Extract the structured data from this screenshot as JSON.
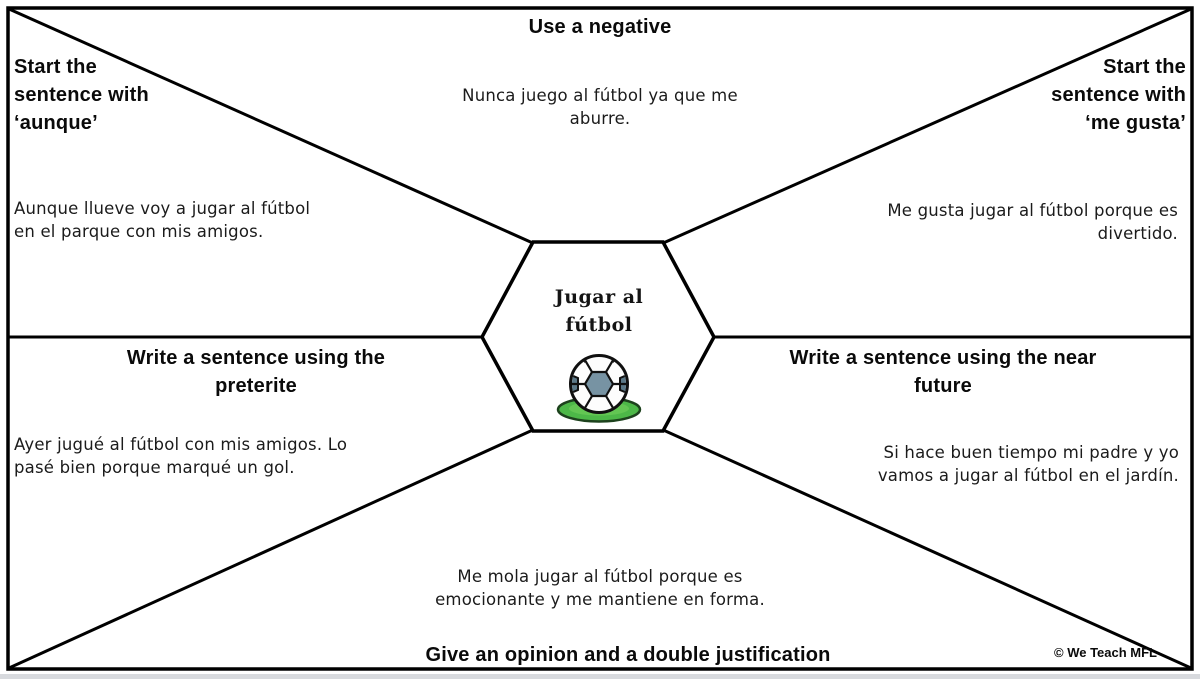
{
  "center": {
    "title": "Jugar al\nfútbol",
    "icon": "soccer-ball-on-grass-icon"
  },
  "sections": {
    "top": {
      "heading": "Use a negative",
      "example": "Nunca juego al fútbol ya que me\naburre."
    },
    "top_left": {
      "heading": "Start the\nsentence with\n‘aunque’",
      "example": "Aunque llueve voy a jugar al fútbol\nen el parque con mis amigos."
    },
    "top_right": {
      "heading": "Start the\nsentence with\n‘me gusta’",
      "example": "Me gusta jugar al fútbol porque es\ndivertido."
    },
    "mid_left": {
      "heading": "Write a sentence using the\npreterite",
      "example": "Ayer jugué al fútbol con mis amigos. Lo\npasé bien porque marqué un gol."
    },
    "mid_right": {
      "heading": "Write a sentence using the near\nfuture",
      "example": "Si hace buen tiempo mi padre y yo\nvamos a jugar al fútbol en el jardín."
    },
    "bottom": {
      "heading": "Give an opinion and a double justification",
      "example": "Me mola jugar al fútbol porque es\nemocionante y me mantiene en forma."
    }
  },
  "footer": {
    "copyright": "© We Teach MFL"
  },
  "colors": {
    "line": "#000000",
    "background": "#ffffff",
    "ball_center_panel": "#7793a3",
    "ball_side_panel": "#5b7888",
    "grass_green": "#4db848",
    "grass_outline": "#1d421d",
    "page_edge_gray": "#d8dade"
  }
}
